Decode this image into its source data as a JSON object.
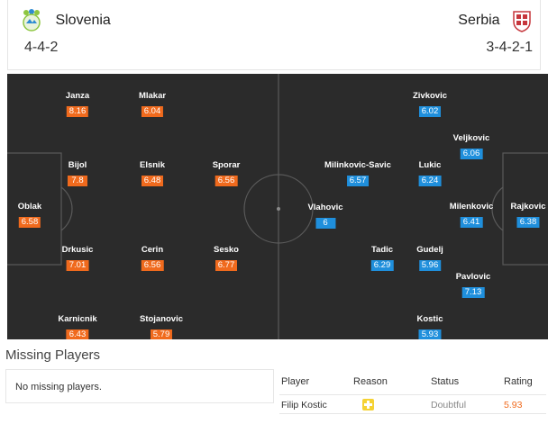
{
  "home": {
    "name": "Slovenia",
    "formation": "4-4-2",
    "colors": {
      "rating_bg": "#f06a1d"
    },
    "players": [
      {
        "name": "Oblak",
        "rating": "6.58"
      },
      {
        "name": "Janza",
        "rating": "8.16"
      },
      {
        "name": "Bijol",
        "rating": "7.8"
      },
      {
        "name": "Drkusic",
        "rating": "7.01"
      },
      {
        "name": "Karnicnik",
        "rating": "6.43"
      },
      {
        "name": "Mlakar",
        "rating": "6.04"
      },
      {
        "name": "Elsnik",
        "rating": "6.48"
      },
      {
        "name": "Cerin",
        "rating": "6.56"
      },
      {
        "name": "Stojanovic",
        "rating": "5.79"
      },
      {
        "name": "Sporar",
        "rating": "6.56"
      },
      {
        "name": "Sesko",
        "rating": "6.77"
      }
    ]
  },
  "away": {
    "name": "Serbia",
    "formation": "3-4-2-1",
    "colors": {
      "rating_bg": "#1f8fdc"
    },
    "players": [
      {
        "name": "Rajkovic",
        "rating": "6.38"
      },
      {
        "name": "Veljkovic",
        "rating": "6.06"
      },
      {
        "name": "Milenkovic",
        "rating": "6.41"
      },
      {
        "name": "Pavlovic",
        "rating": "7.13"
      },
      {
        "name": "Zivkovic",
        "rating": "6.02"
      },
      {
        "name": "Lukic",
        "rating": "6.24"
      },
      {
        "name": "Gudelj",
        "rating": "5.96"
      },
      {
        "name": "Kostic",
        "rating": "5.93"
      },
      {
        "name": "Milinkovic-Savic",
        "rating": "6.57"
      },
      {
        "name": "Tadic",
        "rating": "6.29"
      },
      {
        "name": "Vlahovic",
        "rating": "6"
      }
    ]
  },
  "missing": {
    "title": "Missing Players",
    "home_message": "No missing players.",
    "columns": [
      "Player",
      "Reason",
      "Status",
      "Rating"
    ],
    "rows": [
      {
        "player": "Filip Kostic",
        "reason_icon": "injury-cross-icon",
        "status": "Doubtful",
        "rating": "5.93"
      }
    ]
  }
}
